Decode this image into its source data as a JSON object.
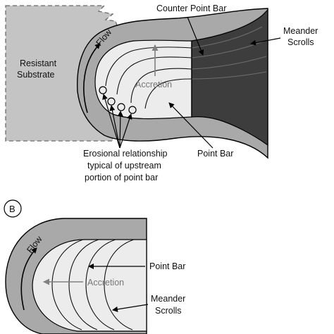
{
  "panel_a": {
    "labels": {
      "counter_point_bar": "Counter Point Bar",
      "meander_scrolls_line1": "Meander",
      "meander_scrolls_line2": "Scrolls",
      "resistant_line1": "Resistant",
      "resistant_line2": "Substrate",
      "flow": "Flow",
      "accretion": "Accretion",
      "point_bar": "Point Bar",
      "erosional_line1": "Erosional relationship",
      "erosional_line2": "typical of upstream",
      "erosional_line3": "portion of point bar"
    }
  },
  "panel_b": {
    "panel_letter": "B",
    "labels": {
      "flow": "Flow",
      "accretion": "Accretion",
      "point_bar": "Point Bar",
      "meander_line1": "Meander",
      "meander_line2": "Scrolls"
    }
  },
  "colors": {
    "channel_fill": "#a9a9a9",
    "substrate_fill": "#c4c4c4",
    "dark_scrolls": "#3d3d3d",
    "point_bar_fill": "#ececec",
    "outline": "#000000",
    "accretion_arrow": "#808080"
  }
}
